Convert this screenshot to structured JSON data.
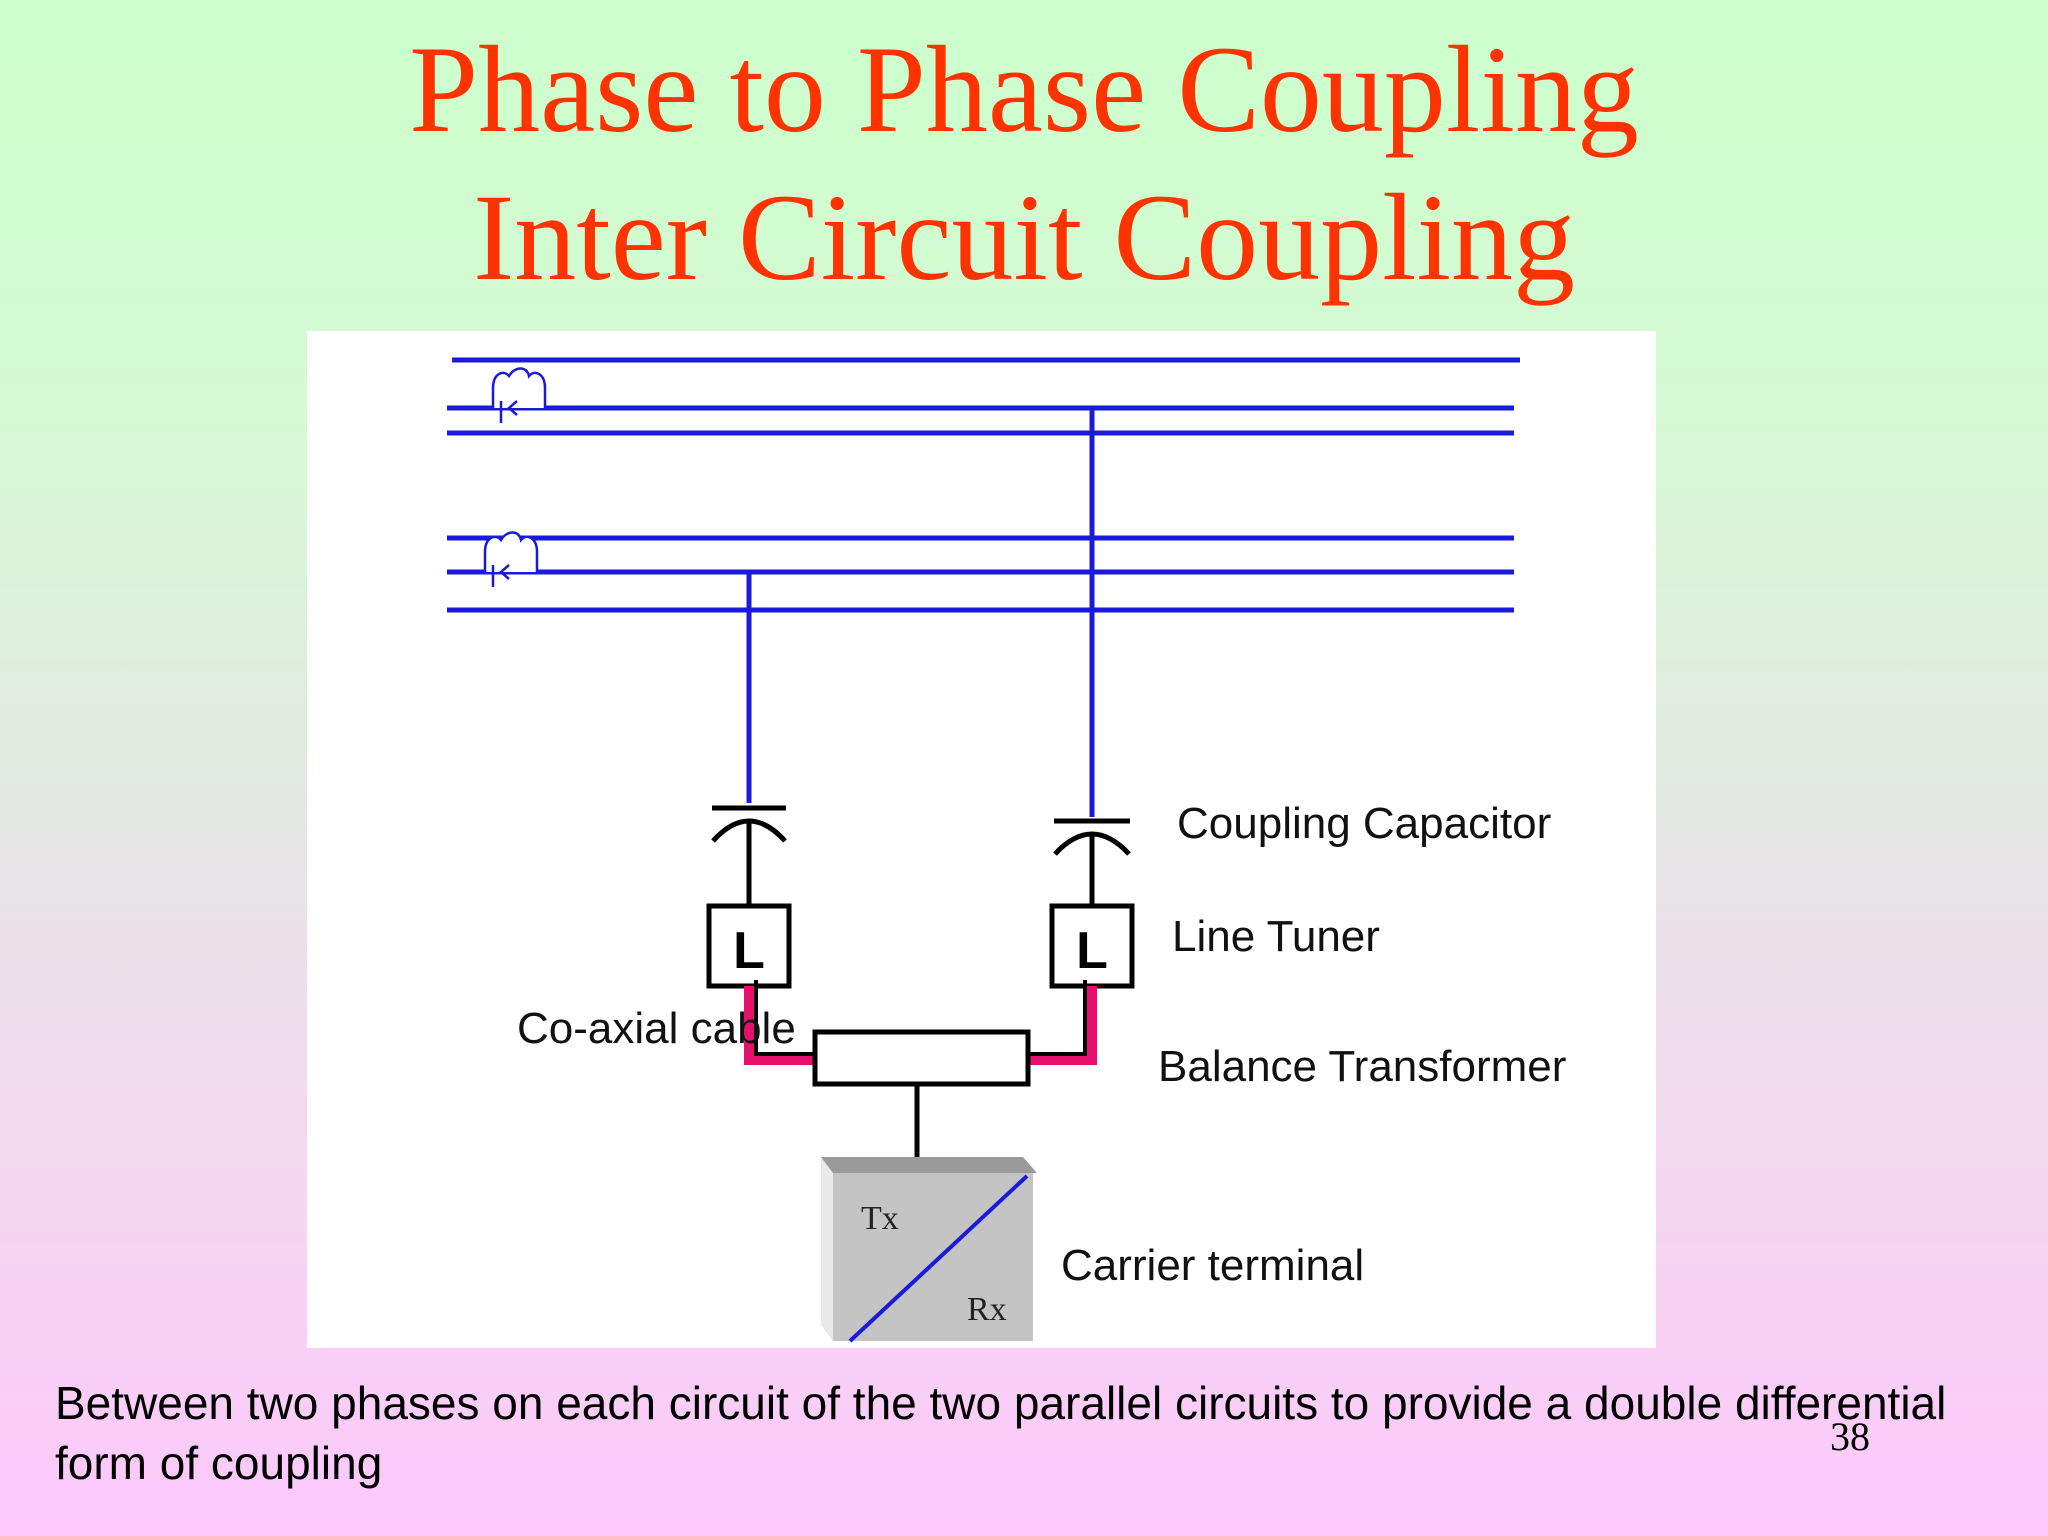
{
  "slide": {
    "title_line1": "Phase to Phase Coupling",
    "title_line2": "Inter Circuit Coupling",
    "caption": "Between two phases on each circuit of the two parallel circuits to provide a double differential form of coupling",
    "page_number": "38"
  },
  "diagram": {
    "labels": {
      "coupling_capacitor": "Coupling Capacitor",
      "line_tuner": "Line Tuner",
      "coaxial_cable": "Co-axial cable",
      "balance_transformer": "Balance Transformer",
      "carrier_terminal": "Carrier terminal",
      "tuner_letter": "L",
      "tx": "Tx",
      "rx": "Rx"
    },
    "colors": {
      "line": "#1a1adb",
      "coax": "#e8106e",
      "component": "#000000",
      "terminal": "#c4c4c4"
    }
  }
}
